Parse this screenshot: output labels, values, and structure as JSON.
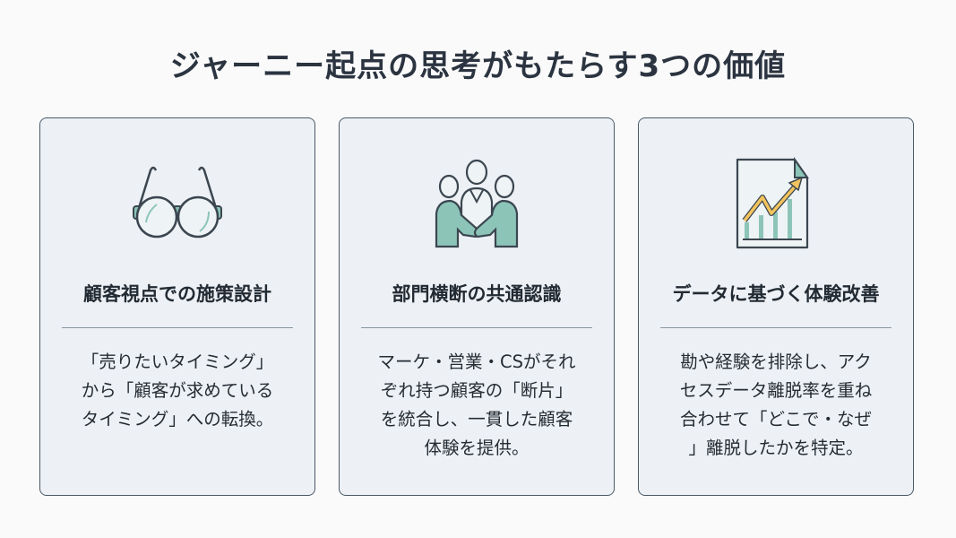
{
  "title": "ジャーニー起点の思考がもたらす3つの価値",
  "cards": [
    {
      "icon": "glasses-icon",
      "heading": "顧客視点での施策設計",
      "lines": [
        "「売りたいタイミング」",
        "から「顧客が求めている",
        "タイミング」への転換。"
      ]
    },
    {
      "icon": "team-handshake-icon",
      "heading": "部門横断の共通認識",
      "lines": [
        "マーケ・営業・CSがそれ",
        "ぞれ持つ顧客の「断片」",
        "を統合し、一貫した顧客",
        "体験を提供。"
      ]
    },
    {
      "icon": "growth-report-icon",
      "heading": "データに基づく体験改善",
      "lines": [
        "勘や経験を排除し、アク",
        "セスデータ離脱率を重ね",
        "合わせて「どこで・なぜ",
        "」離脱したかを特定。"
      ]
    }
  ],
  "colors": {
    "accent": "#8cc5b8",
    "line": "#3b4650",
    "arrow": "#f2c35e",
    "card_bg": "#edf1f5"
  }
}
